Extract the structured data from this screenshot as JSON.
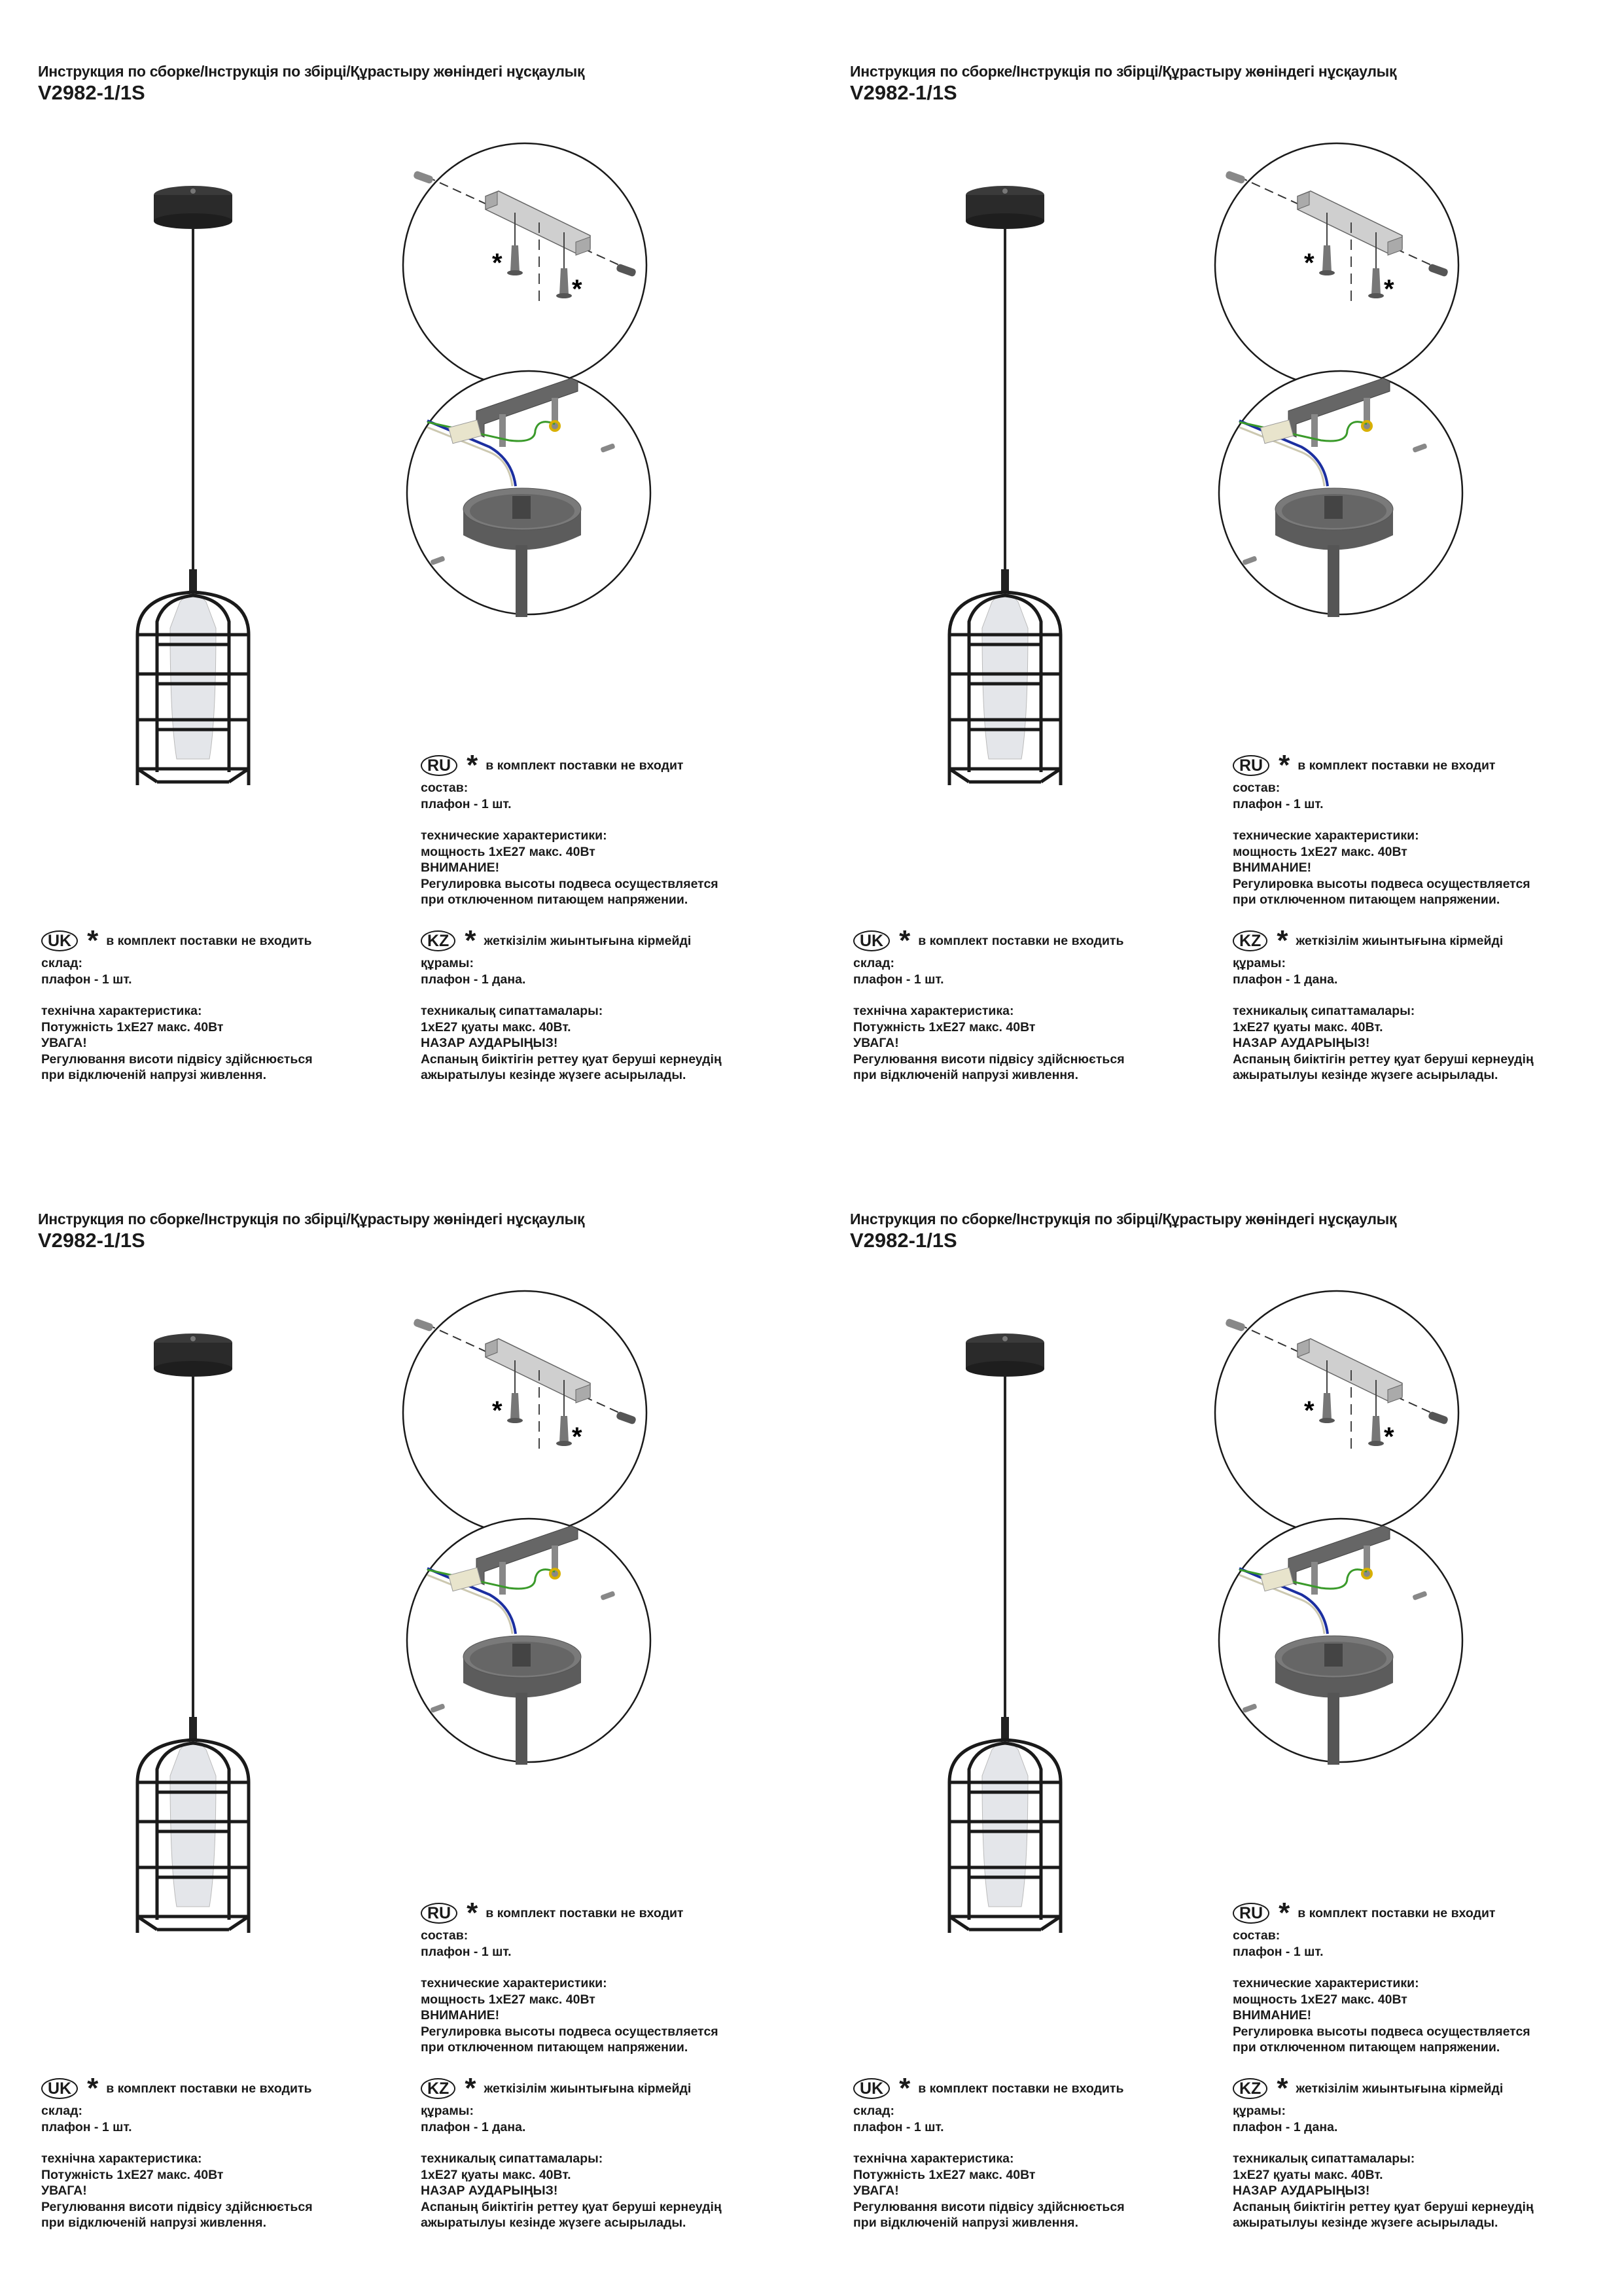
{
  "sheet": {
    "title": "Инструкция по сборке/Інструкція по збірці/Құрастыру жөніндегі нұсқаулық",
    "model": "V2982-1/1S",
    "diagram_asterisk": "*",
    "ru": {
      "badge": "RU",
      "asterisk": "*",
      "note": "в комплект поставки не входит",
      "lines1": [
        "состав:",
        "плафон - 1 шт."
      ],
      "lines2": [
        "технические характеристики:",
        "мощность 1xE27 макс. 40Вт",
        "ВНИМАНИЕ!",
        "Регулировка высоты подвеса осуществляется",
        "при отключенном питающем напряжении."
      ]
    },
    "uk": {
      "badge": "UK",
      "asterisk": "*",
      "note": "в комплект поставки не входить",
      "lines1": [
        "склад:",
        "плафон - 1 шт."
      ],
      "lines2": [
        "технічна характеристика:",
        "Потужність 1xE27 макс. 40Вт",
        "УВАГА!",
        "Регулювання висоти підвісу здійснюється",
        "при відключеній напрузі живлення."
      ]
    },
    "kz": {
      "badge": "KZ",
      "asterisk": "*",
      "note": "жеткізілім жиынтығына кірмейді",
      "lines1": [
        "құрамы:",
        "плафон - 1 дана."
      ],
      "lines2": [
        "техникалық сипаттамалары:",
        "1xE27 қуаты макс. 40Вт.",
        "НАЗАР АУДАРЫҢЫЗ!",
        "Аспаның биіктігін реттеу қуат беруші кернеудің",
        "ажыратылуы кезінде жүзеге асырылады."
      ]
    }
  },
  "colors": {
    "wire_blue": "#1c2fa0",
    "wire_green": "#3a9a2a",
    "metal": "#6e6e6e",
    "bracket_light": "#c9c9c9"
  }
}
